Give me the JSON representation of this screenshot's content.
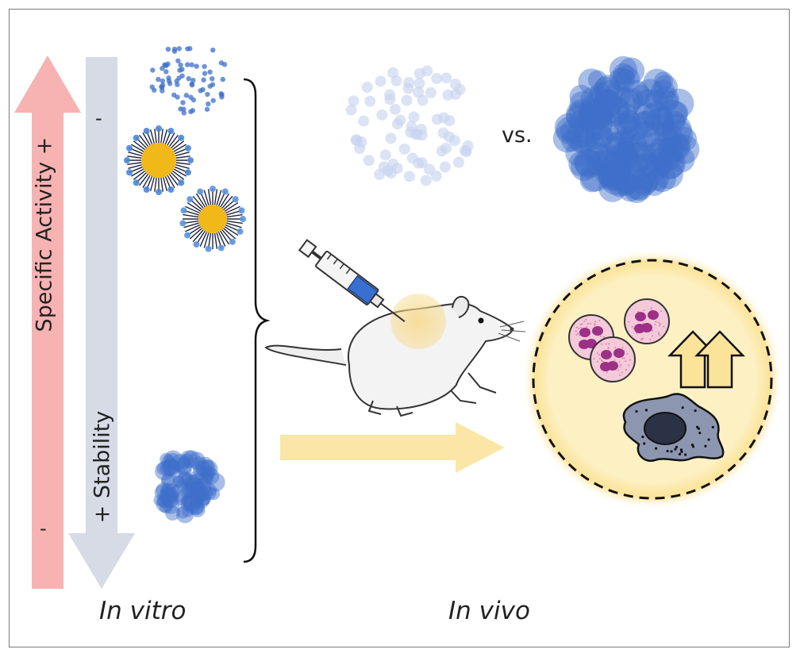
{
  "figure": {
    "activity_axis": {
      "label": "Specific Activity +",
      "minus": "-"
    },
    "stability_axis": {
      "label": "+ Stability",
      "minus": "-"
    },
    "comparison": {
      "vs": "vs."
    },
    "captions": {
      "in_vitro": "In vitro",
      "in_vivo": "In vivo"
    }
  },
  "colors": {
    "activity_arrow": "#f7b2b2",
    "stability_arrow": "#d6dbe6",
    "particle_blue": "#3f6fc9",
    "micelle_core": "#f0b818",
    "flow_arrow": "#fbe6a8",
    "inflammation_zone": "#fdf1c4",
    "neutrophil": "#f4c9da",
    "neutrophil_nucleus": "#9c2f86",
    "macrophage": "#8c96b0"
  },
  "icons": [
    "syringe-icon",
    "mouse-icon",
    "neutrophil-icon",
    "macrophage-icon",
    "up-arrows-icon"
  ]
}
